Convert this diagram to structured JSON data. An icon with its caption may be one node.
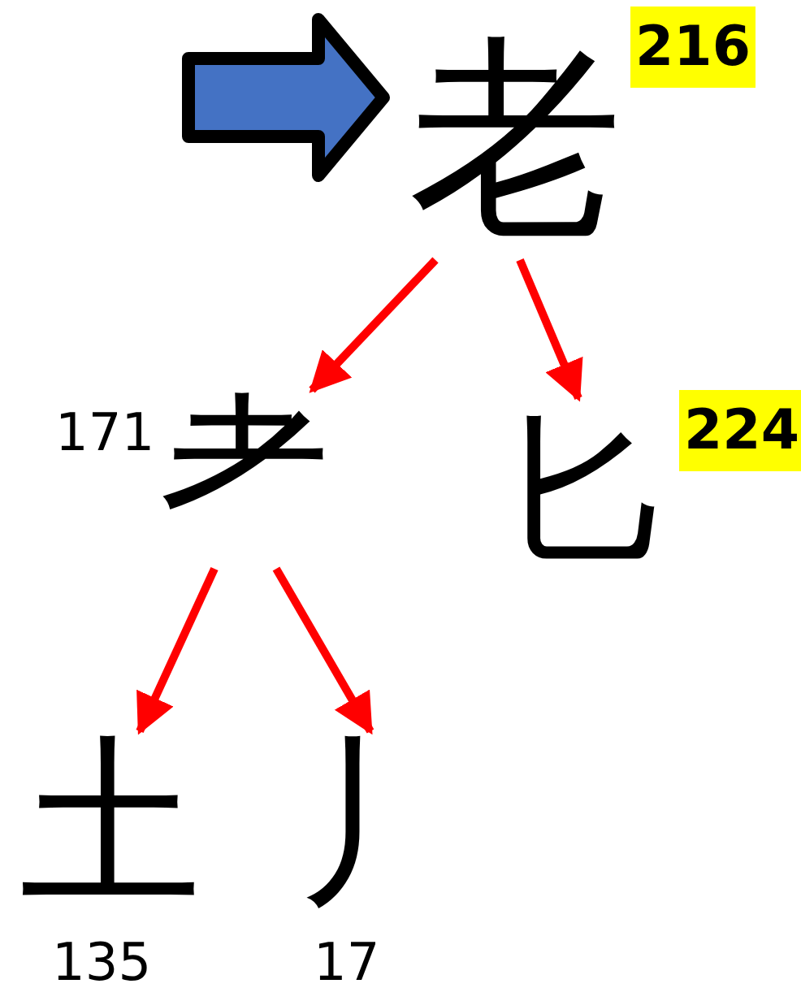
{
  "diagram": {
    "nodes": [
      {
        "text": [
          "老"
        ],
        "beside": [
          "216"
        ]
      },
      {
        "text": [
          "耂"
        ],
        "beside": [
          "171"
        ]
      },
      {
        "text": [
          "匕"
        ],
        "beside": [
          "224"
        ]
      },
      {
        "text": [
          "土"
        ],
        "beside": [
          "135"
        ]
      },
      {
        "text": [
          "丿"
        ],
        "beside": [
          "17"
        ]
      }
    ],
    "edges": [
      {
        "from": null,
        "to": 0,
        "arrow": "to",
        "style": "thick",
        "color": "#4472c4"
      },
      {
        "from": 0,
        "to": 1,
        "arrow": "to"
      },
      {
        "from": 0,
        "to": 2,
        "arrow": "to"
      },
      {
        "from": 1,
        "to": 3,
        "arrow": "to"
      },
      {
        "from": 1,
        "to": 4,
        "arrow": "to"
      }
    ]
  }
}
